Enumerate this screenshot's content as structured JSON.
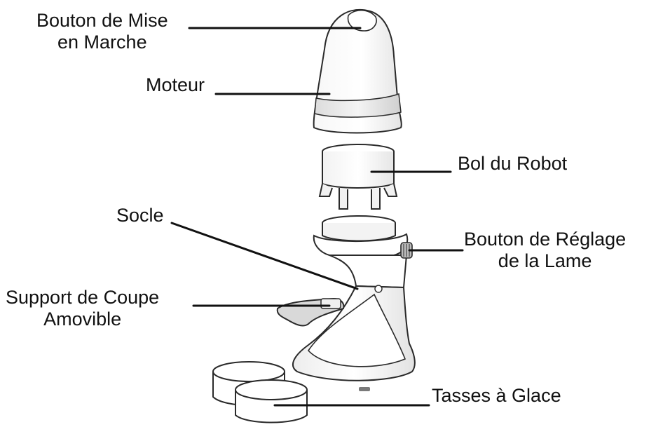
{
  "diagram": {
    "labels": {
      "bouton_mise": {
        "line1": "Bouton de Mise",
        "line2": "en Marche"
      },
      "moteur": "Moteur",
      "bol": "Bol du Robot",
      "socle": "Socle",
      "reglage": {
        "line1": "Bouton de Réglage",
        "line2": "de la Lame"
      },
      "support": {
        "line1": "Support de Coupe",
        "line2": "Amovible"
      },
      "tasses": "Tasses à Glace"
    },
    "colors": {
      "ink": "#111111",
      "outline": "#2a2a2a",
      "fill": "#ffffff",
      "shade": "#d9d9d9",
      "soft": "#efefef"
    }
  }
}
